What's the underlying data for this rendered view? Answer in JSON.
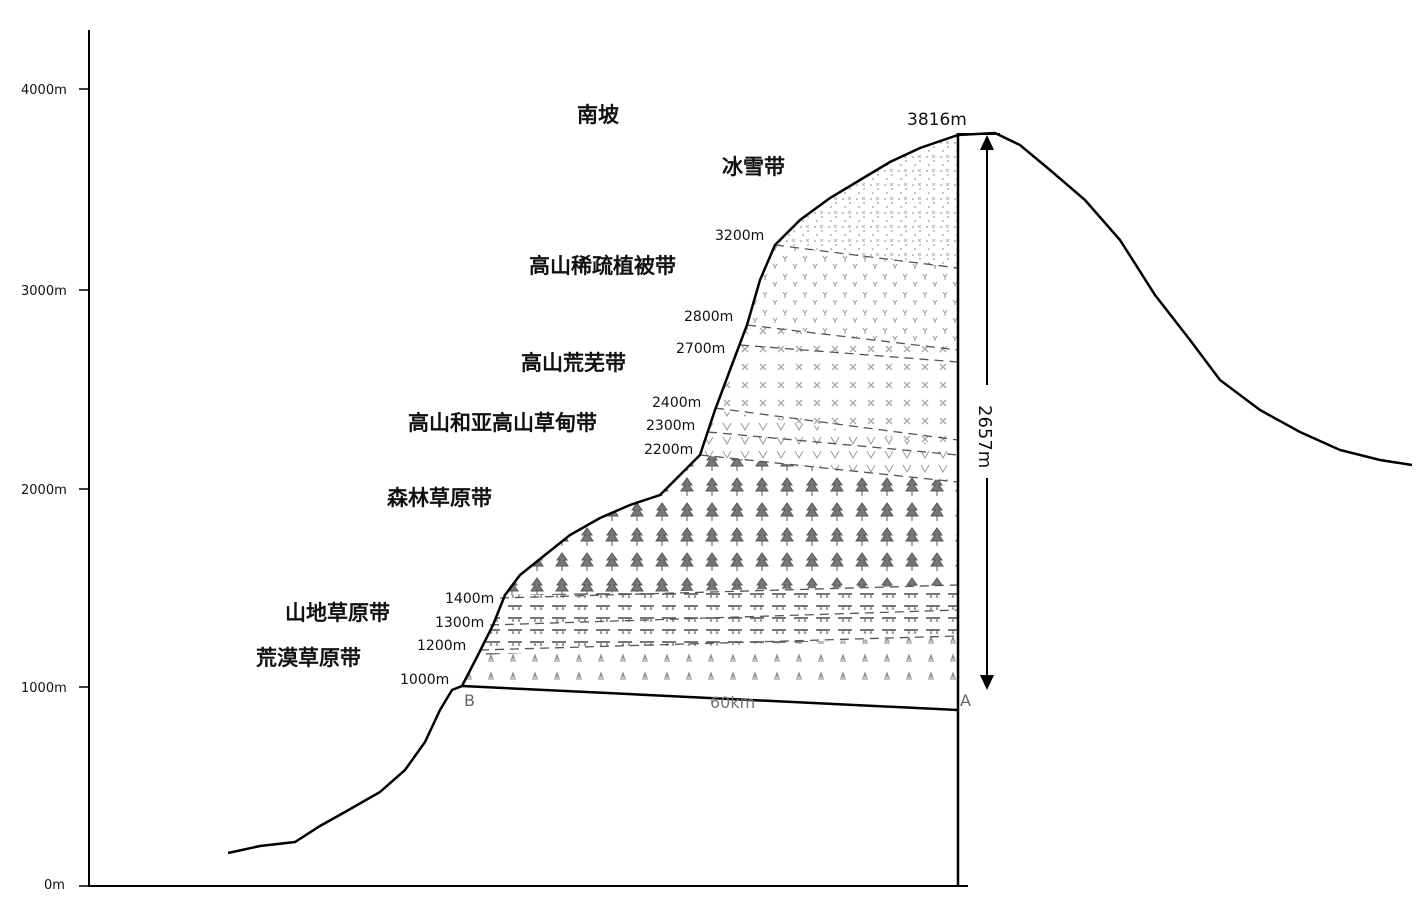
{
  "y_axis": {
    "ticks": [
      "0m",
      "1000m",
      "2000m",
      "3000m",
      "4000m"
    ]
  },
  "slope_label": "南坡",
  "zones": [
    {
      "name": "冰雪带"
    },
    {
      "name": "高山稀疏植被带"
    },
    {
      "name": "高山荒芜带"
    },
    {
      "name": "高山和亚高山草甸带"
    },
    {
      "name": "森林草原带"
    },
    {
      "name": "山地草原带"
    },
    {
      "name": "荒漠草原带"
    }
  ],
  "elevation_marks": [
    "3200m",
    "2800m",
    "2700m",
    "2400m",
    "2300m",
    "2200m",
    "1400m",
    "1300m",
    "1200m",
    "1000m"
  ],
  "peak_label": "3816m",
  "relative_height": "2657m",
  "point_a": "A",
  "point_b": "B",
  "distance_label": "60km"
}
